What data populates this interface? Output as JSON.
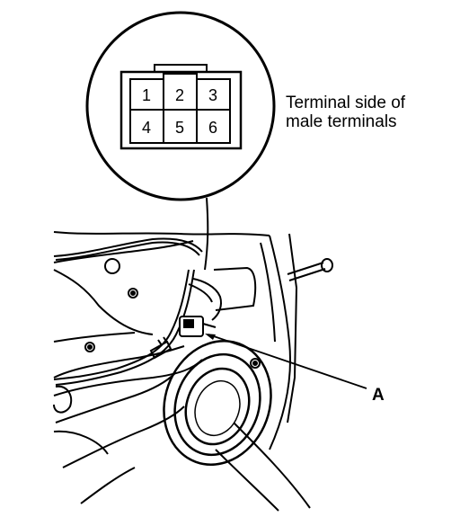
{
  "connector": {
    "pins_top": [
      "1",
      "2",
      "3"
    ],
    "pins_bottom": [
      "4",
      "5",
      "6"
    ]
  },
  "caption": {
    "line1": "Terminal side of",
    "line2": "male terminals"
  },
  "callout": {
    "label": "A"
  }
}
